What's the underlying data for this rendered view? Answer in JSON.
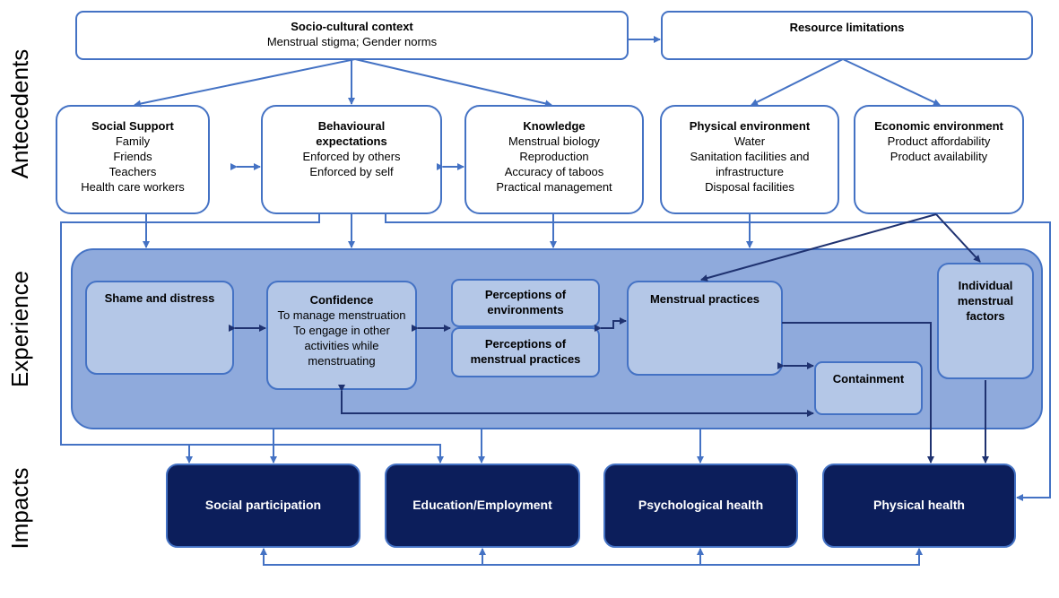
{
  "side_labels": {
    "antecedents": "Antecedents",
    "experience": "Experience",
    "impacts": "Impacts"
  },
  "colors": {
    "arrow": "#4472C4",
    "box_border": "#4472C4",
    "experience_bg": "#8FAADC",
    "inner_box": "#B4C7E7",
    "dark_box": "#0C1E5B",
    "dark_arrow": "#1F3270"
  },
  "nodes": {
    "socio": {
      "title": "Socio-cultural context",
      "lines": [
        "Menstrual stigma; Gender norms"
      ]
    },
    "resource": {
      "title": "Resource limitations",
      "lines": []
    },
    "social_support": {
      "title": "Social Support",
      "lines": [
        "Family",
        "Friends",
        "Teachers",
        "Health care workers"
      ]
    },
    "behavioural": {
      "title": "Behavioural expectations",
      "lines": [
        "Enforced by others",
        "Enforced by self"
      ]
    },
    "knowledge": {
      "title": "Knowledge",
      "lines": [
        "Menstrual biology",
        "Reproduction",
        "Accuracy of taboos",
        "Practical management"
      ]
    },
    "physical_env": {
      "title": "Physical environment",
      "lines": [
        "Water",
        "Sanitation facilities and infrastructure",
        "Disposal facilities"
      ]
    },
    "economic_env": {
      "title": "Economic environment",
      "lines": [
        "Product affordability",
        "Product availability"
      ]
    },
    "shame": {
      "title": "Shame and distress",
      "lines": []
    },
    "confidence": {
      "title": "Confidence",
      "lines": [
        "To manage menstruation",
        "To engage in other activities while menstruating"
      ]
    },
    "perc_env": {
      "title": "Perceptions of environments",
      "lines": []
    },
    "perc_prac": {
      "title": "Perceptions of menstrual practices",
      "lines": []
    },
    "practices": {
      "title": "Menstrual practices",
      "lines": []
    },
    "containment": {
      "title": "Containment",
      "lines": []
    },
    "individual": {
      "title": "Individual menstrual factors",
      "lines": []
    },
    "social_part": {
      "title": "Social participation",
      "lines": []
    },
    "education": {
      "title": "Education/Employment",
      "lines": []
    },
    "psych": {
      "title": "Psychological health",
      "lines": []
    },
    "phys_health": {
      "title": "Physical health",
      "lines": []
    }
  }
}
